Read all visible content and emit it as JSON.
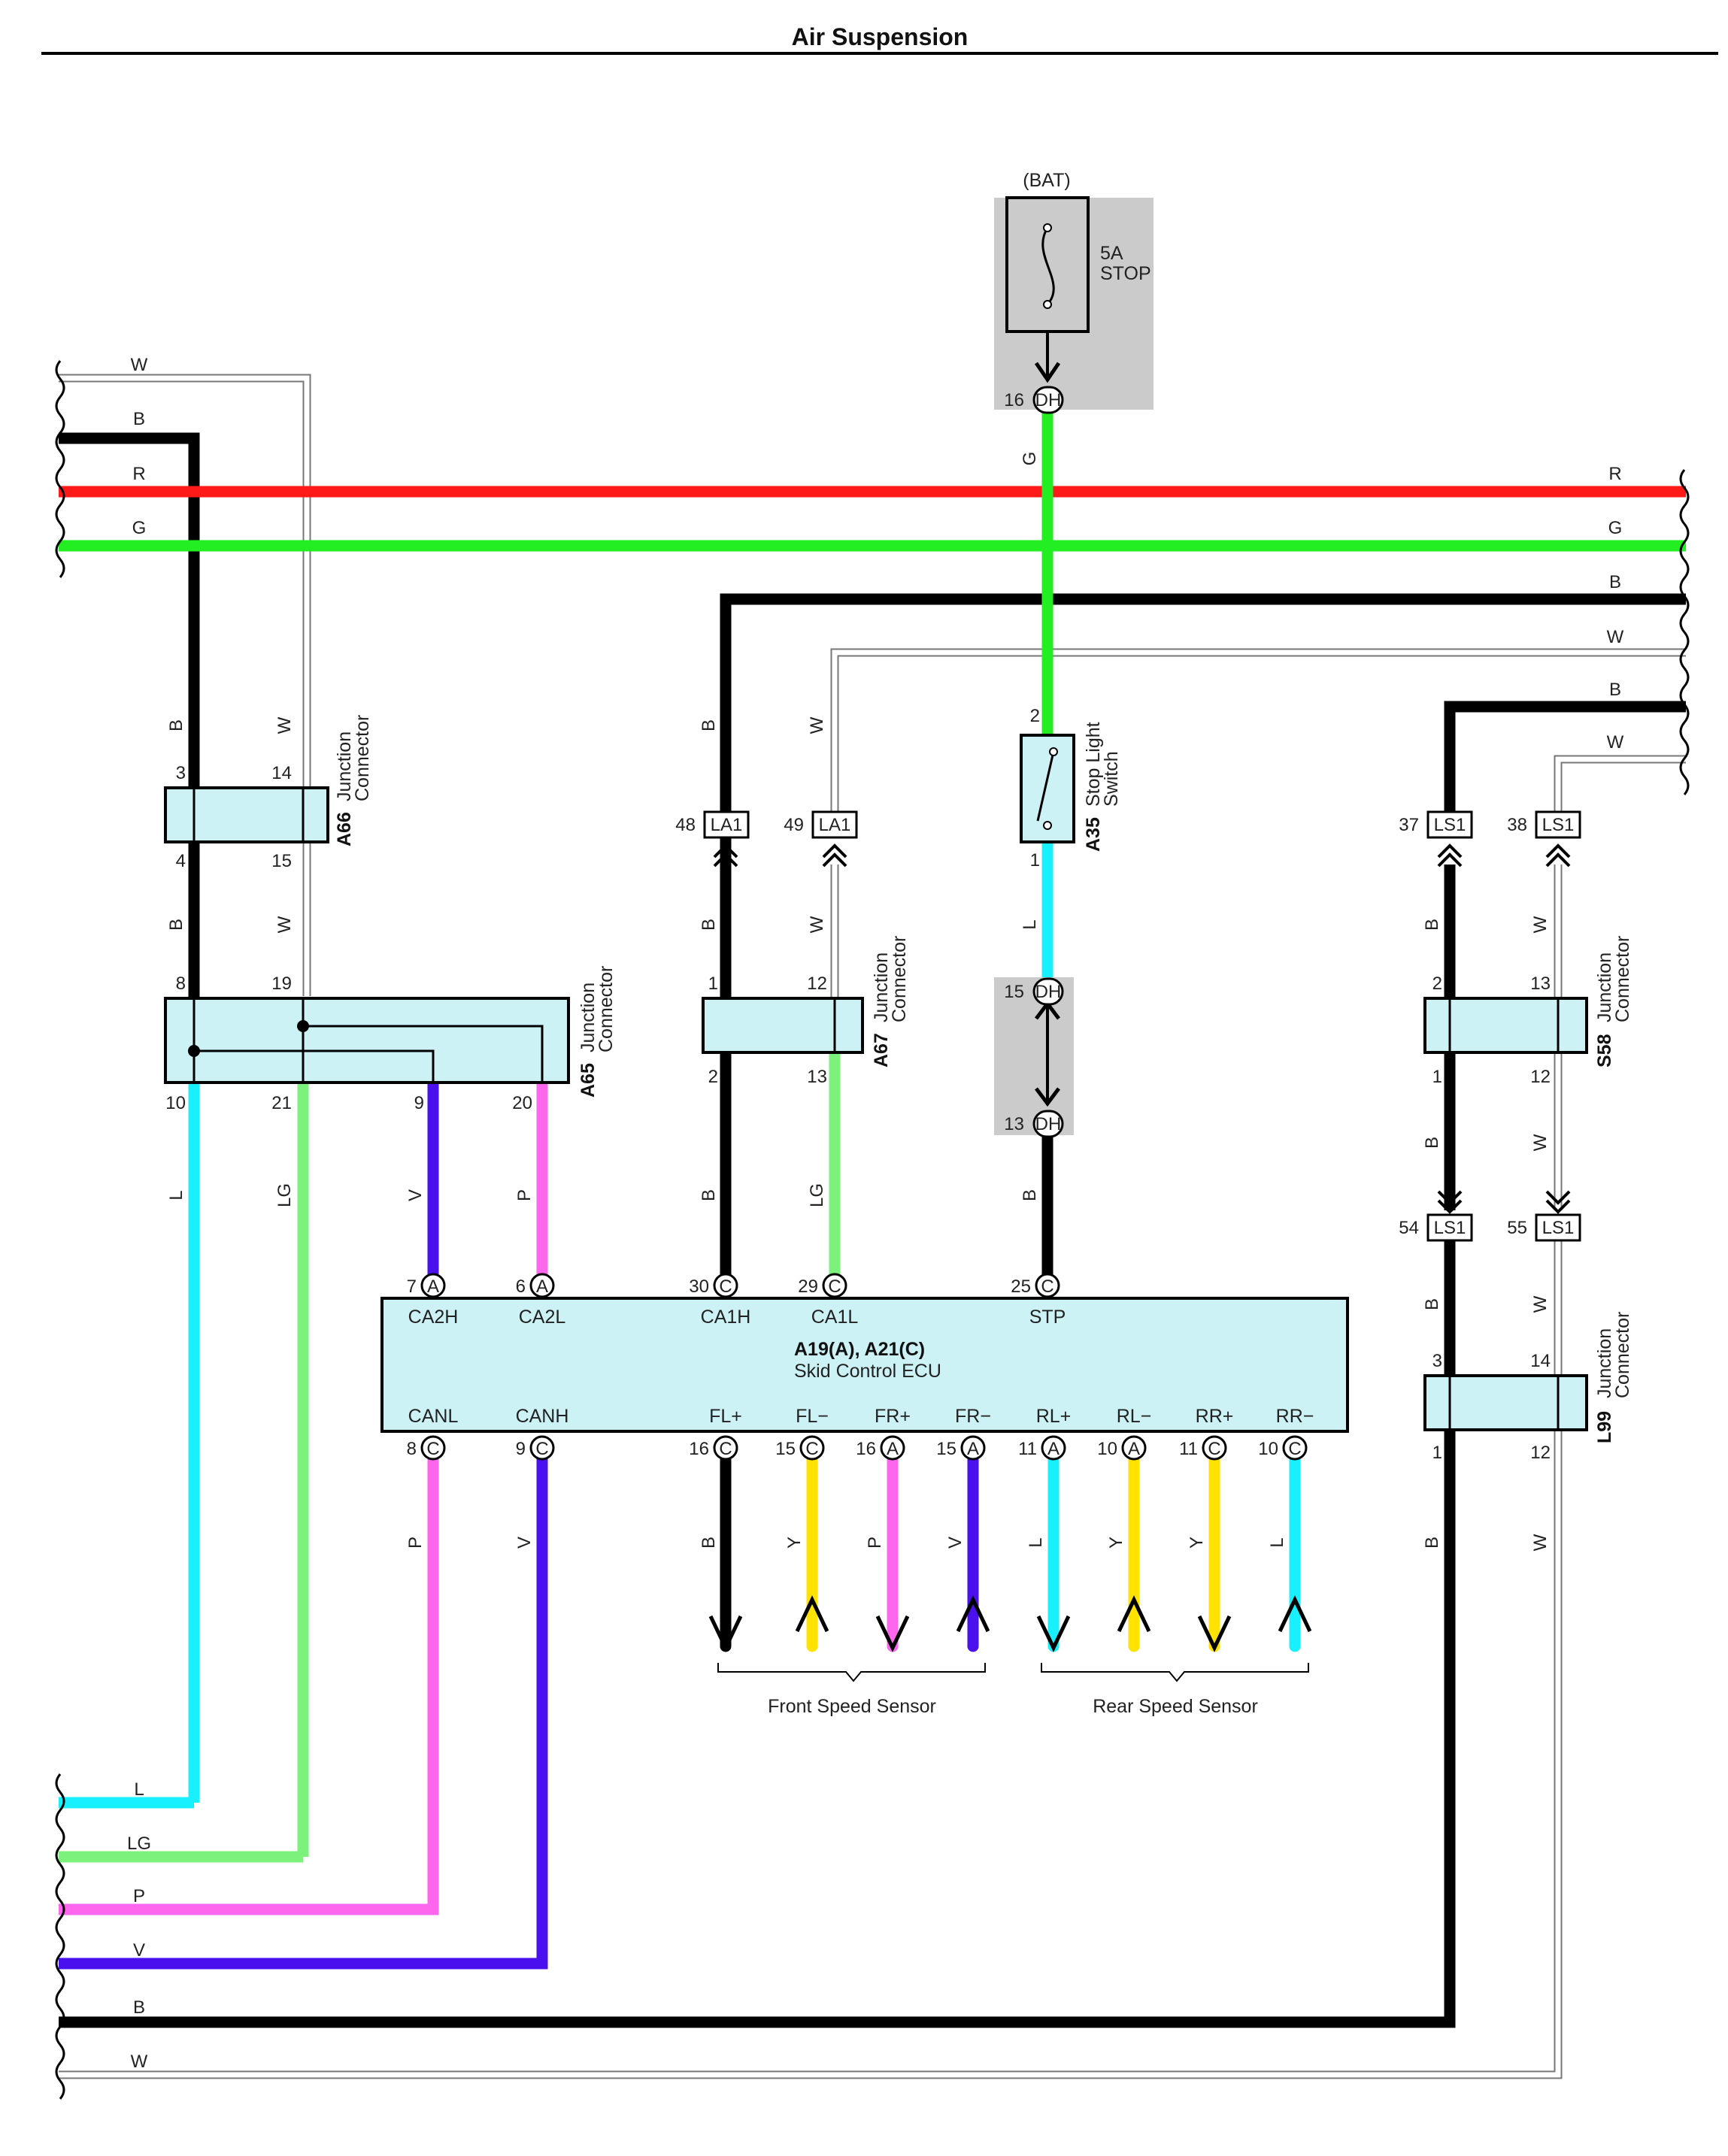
{
  "title": "Air Suspension",
  "colors": {
    "W": "#ffffff",
    "B": "#000000",
    "R": "#ff1a1a",
    "G": "#22ee22",
    "L": "#19f0ff",
    "LG": "#7cf27c",
    "P": "#ff66ee",
    "V": "#4a10ee",
    "Y": "#ffe200",
    "box_fill": "#ccf2f6",
    "gray_fill": "#cbcbcb"
  },
  "power": {
    "source": "(BAT)",
    "fuse_amp": "5A",
    "fuse_name": "STOP"
  },
  "left_wires": [
    "W",
    "B",
    "R",
    "G",
    "L",
    "LG",
    "P",
    "V",
    "B",
    "W"
  ],
  "right_wires": [
    "R",
    "G",
    "B",
    "W",
    "B",
    "W"
  ],
  "wire_colors": {
    "a66_b_top": "B",
    "a66_w_top": "W",
    "a66_b_bot": "B",
    "a66_w_bot": "W",
    "a65_l": "L",
    "a65_lg": "LG",
    "a65_v": "V",
    "a65_p": "P",
    "la1_b": "B",
    "la1_w": "W",
    "a67_b_top": "B",
    "a67_w_top": "W",
    "a67_b_bot": "B",
    "a67_lg_bot": "LG",
    "stp_g": "G",
    "stp_l": "L",
    "stp_b": "B",
    "ls1_b": "B",
    "ls1_w": "W",
    "s58_b_top": "B",
    "s58_w_top": "W",
    "s58_b_bot": "B",
    "s58_w_bot": "W",
    "l99_b_top": "B",
    "l99_w_top": "W",
    "l99_b_bot": "B",
    "l99_w_bot": "W",
    "canl": "P",
    "canh": "V",
    "fl_plus": "B",
    "fl_minus": "Y",
    "fr_plus": "P",
    "fr_minus": "V",
    "rl_plus": "L",
    "rl_minus": "Y",
    "rr_plus": "Y",
    "rr_minus": "L"
  },
  "connectors": {
    "dh": "DH",
    "la1": "LA1",
    "ls1": "LS1",
    "a": "A",
    "c": "C",
    "a66": {
      "id": "A66",
      "name_line1": "Junction",
      "name_line2": "Connector"
    },
    "a65": {
      "id": "A65",
      "name_line1": "Junction",
      "name_line2": "Connector"
    },
    "a67": {
      "id": "A67",
      "name_line1": "Junction",
      "name_line2": "Connector"
    },
    "a35": {
      "id": "A35",
      "name_line1": "Stop Light",
      "name_line2": "Switch"
    },
    "s58": {
      "id": "S58",
      "name_line1": "Junction",
      "name_line2": "Connector"
    },
    "l99": {
      "id": "L99",
      "name_line1": "Junction",
      "name_line2": "Connector"
    }
  },
  "pins": {
    "dh_16": "16",
    "dh_15": "15",
    "dh_13": "13",
    "a66_3": "3",
    "a66_14": "14",
    "a66_4": "4",
    "a66_15": "15",
    "a65_8": "8",
    "a65_19": "19",
    "a65_10": "10",
    "a65_21": "21",
    "a65_9": "9",
    "a65_20": "20",
    "la1_48": "48",
    "la1_49": "49",
    "a67_1": "1",
    "a67_12": "12",
    "a67_2": "2",
    "a67_13": "13",
    "a35_2": "2",
    "a35_1": "1",
    "ls1_37": "37",
    "ls1_38": "38",
    "s58_2": "2",
    "s58_13": "13",
    "s58_1": "1",
    "s58_12": "12",
    "ls1_54": "54",
    "ls1_55": "55",
    "l99_3": "3",
    "l99_14": "14",
    "l99_1": "1",
    "l99_12": "12"
  },
  "ecu": {
    "title": "A19(A), A21(C)",
    "name": "Skid Control ECU",
    "top_pins": [
      {
        "num": "7",
        "conn": "A",
        "label": "CA2H"
      },
      {
        "num": "6",
        "conn": "A",
        "label": "CA2L"
      },
      {
        "num": "30",
        "conn": "C",
        "label": "CA1H"
      },
      {
        "num": "29",
        "conn": "C",
        "label": "CA1L"
      },
      {
        "num": "25",
        "conn": "C",
        "label": "STP"
      }
    ],
    "bottom_pins": [
      {
        "num": "8",
        "conn": "C",
        "label": "CANL"
      },
      {
        "num": "9",
        "conn": "C",
        "label": "CANH"
      },
      {
        "num": "16",
        "conn": "C",
        "label": "FL+"
      },
      {
        "num": "15",
        "conn": "C",
        "label": "FL−"
      },
      {
        "num": "16",
        "conn": "A",
        "label": "FR+"
      },
      {
        "num": "15",
        "conn": "A",
        "label": "FR−"
      },
      {
        "num": "11",
        "conn": "A",
        "label": "RL+"
      },
      {
        "num": "10",
        "conn": "A",
        "label": "RL−"
      },
      {
        "num": "11",
        "conn": "C",
        "label": "RR+"
      },
      {
        "num": "10",
        "conn": "C",
        "label": "RR−"
      }
    ]
  },
  "sensors": {
    "front": "Front Speed Sensor",
    "rear": "Rear Speed Sensor"
  }
}
